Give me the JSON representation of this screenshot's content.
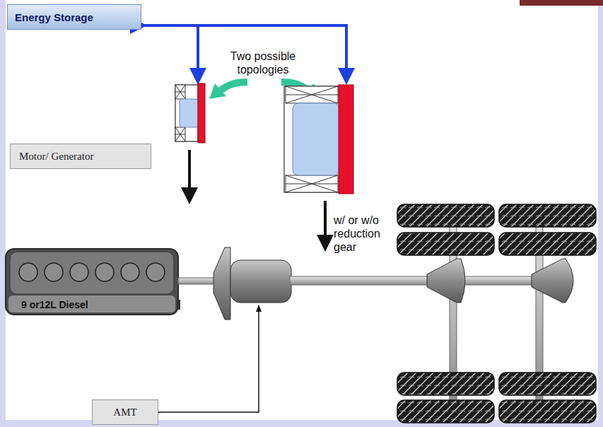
{
  "diagram": {
    "nodes": [
      {
        "text": [
          "Energy Storage"
        ]
      },
      {
        "text": [
          "Motor/ Generator"
        ]
      },
      {
        "text": [
          "9 or12L Diesel"
        ]
      },
      {
        "text": [
          "AMT"
        ]
      }
    ],
    "labels": [
      "Two possible topologies",
      "w/ or w/o reduction gear"
    ]
  }
}
